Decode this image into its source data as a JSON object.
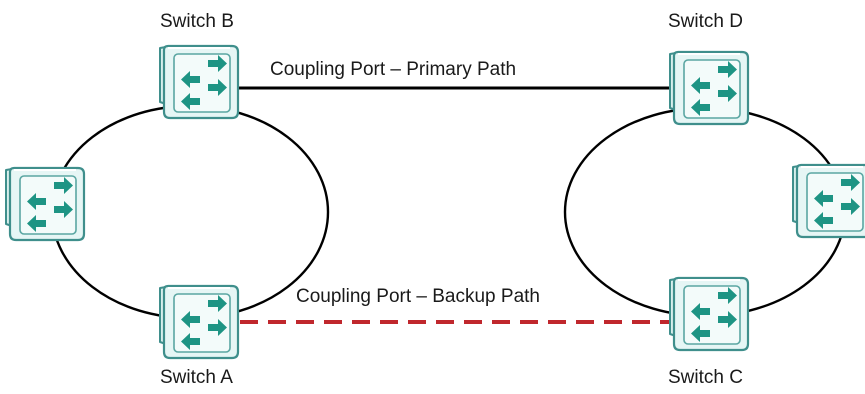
{
  "switches": {
    "a": {
      "label": "Switch A"
    },
    "b": {
      "label": "Switch B"
    },
    "c": {
      "label": "Switch C"
    },
    "d": {
      "label": "Switch D"
    }
  },
  "links": {
    "primary": {
      "label": "Coupling Port – Primary Path",
      "color": "#000000",
      "style": "solid"
    },
    "backup": {
      "label": "Coupling Port – Backup Path",
      "color": "#c0272d",
      "style": "dashed"
    }
  },
  "colors": {
    "switch_body": "#e3f4f3",
    "switch_outline": "#3f8f8c",
    "arrow": "#1e9484",
    "ring": "#000000"
  },
  "icons": {
    "switch": "network-switch-icon"
  }
}
